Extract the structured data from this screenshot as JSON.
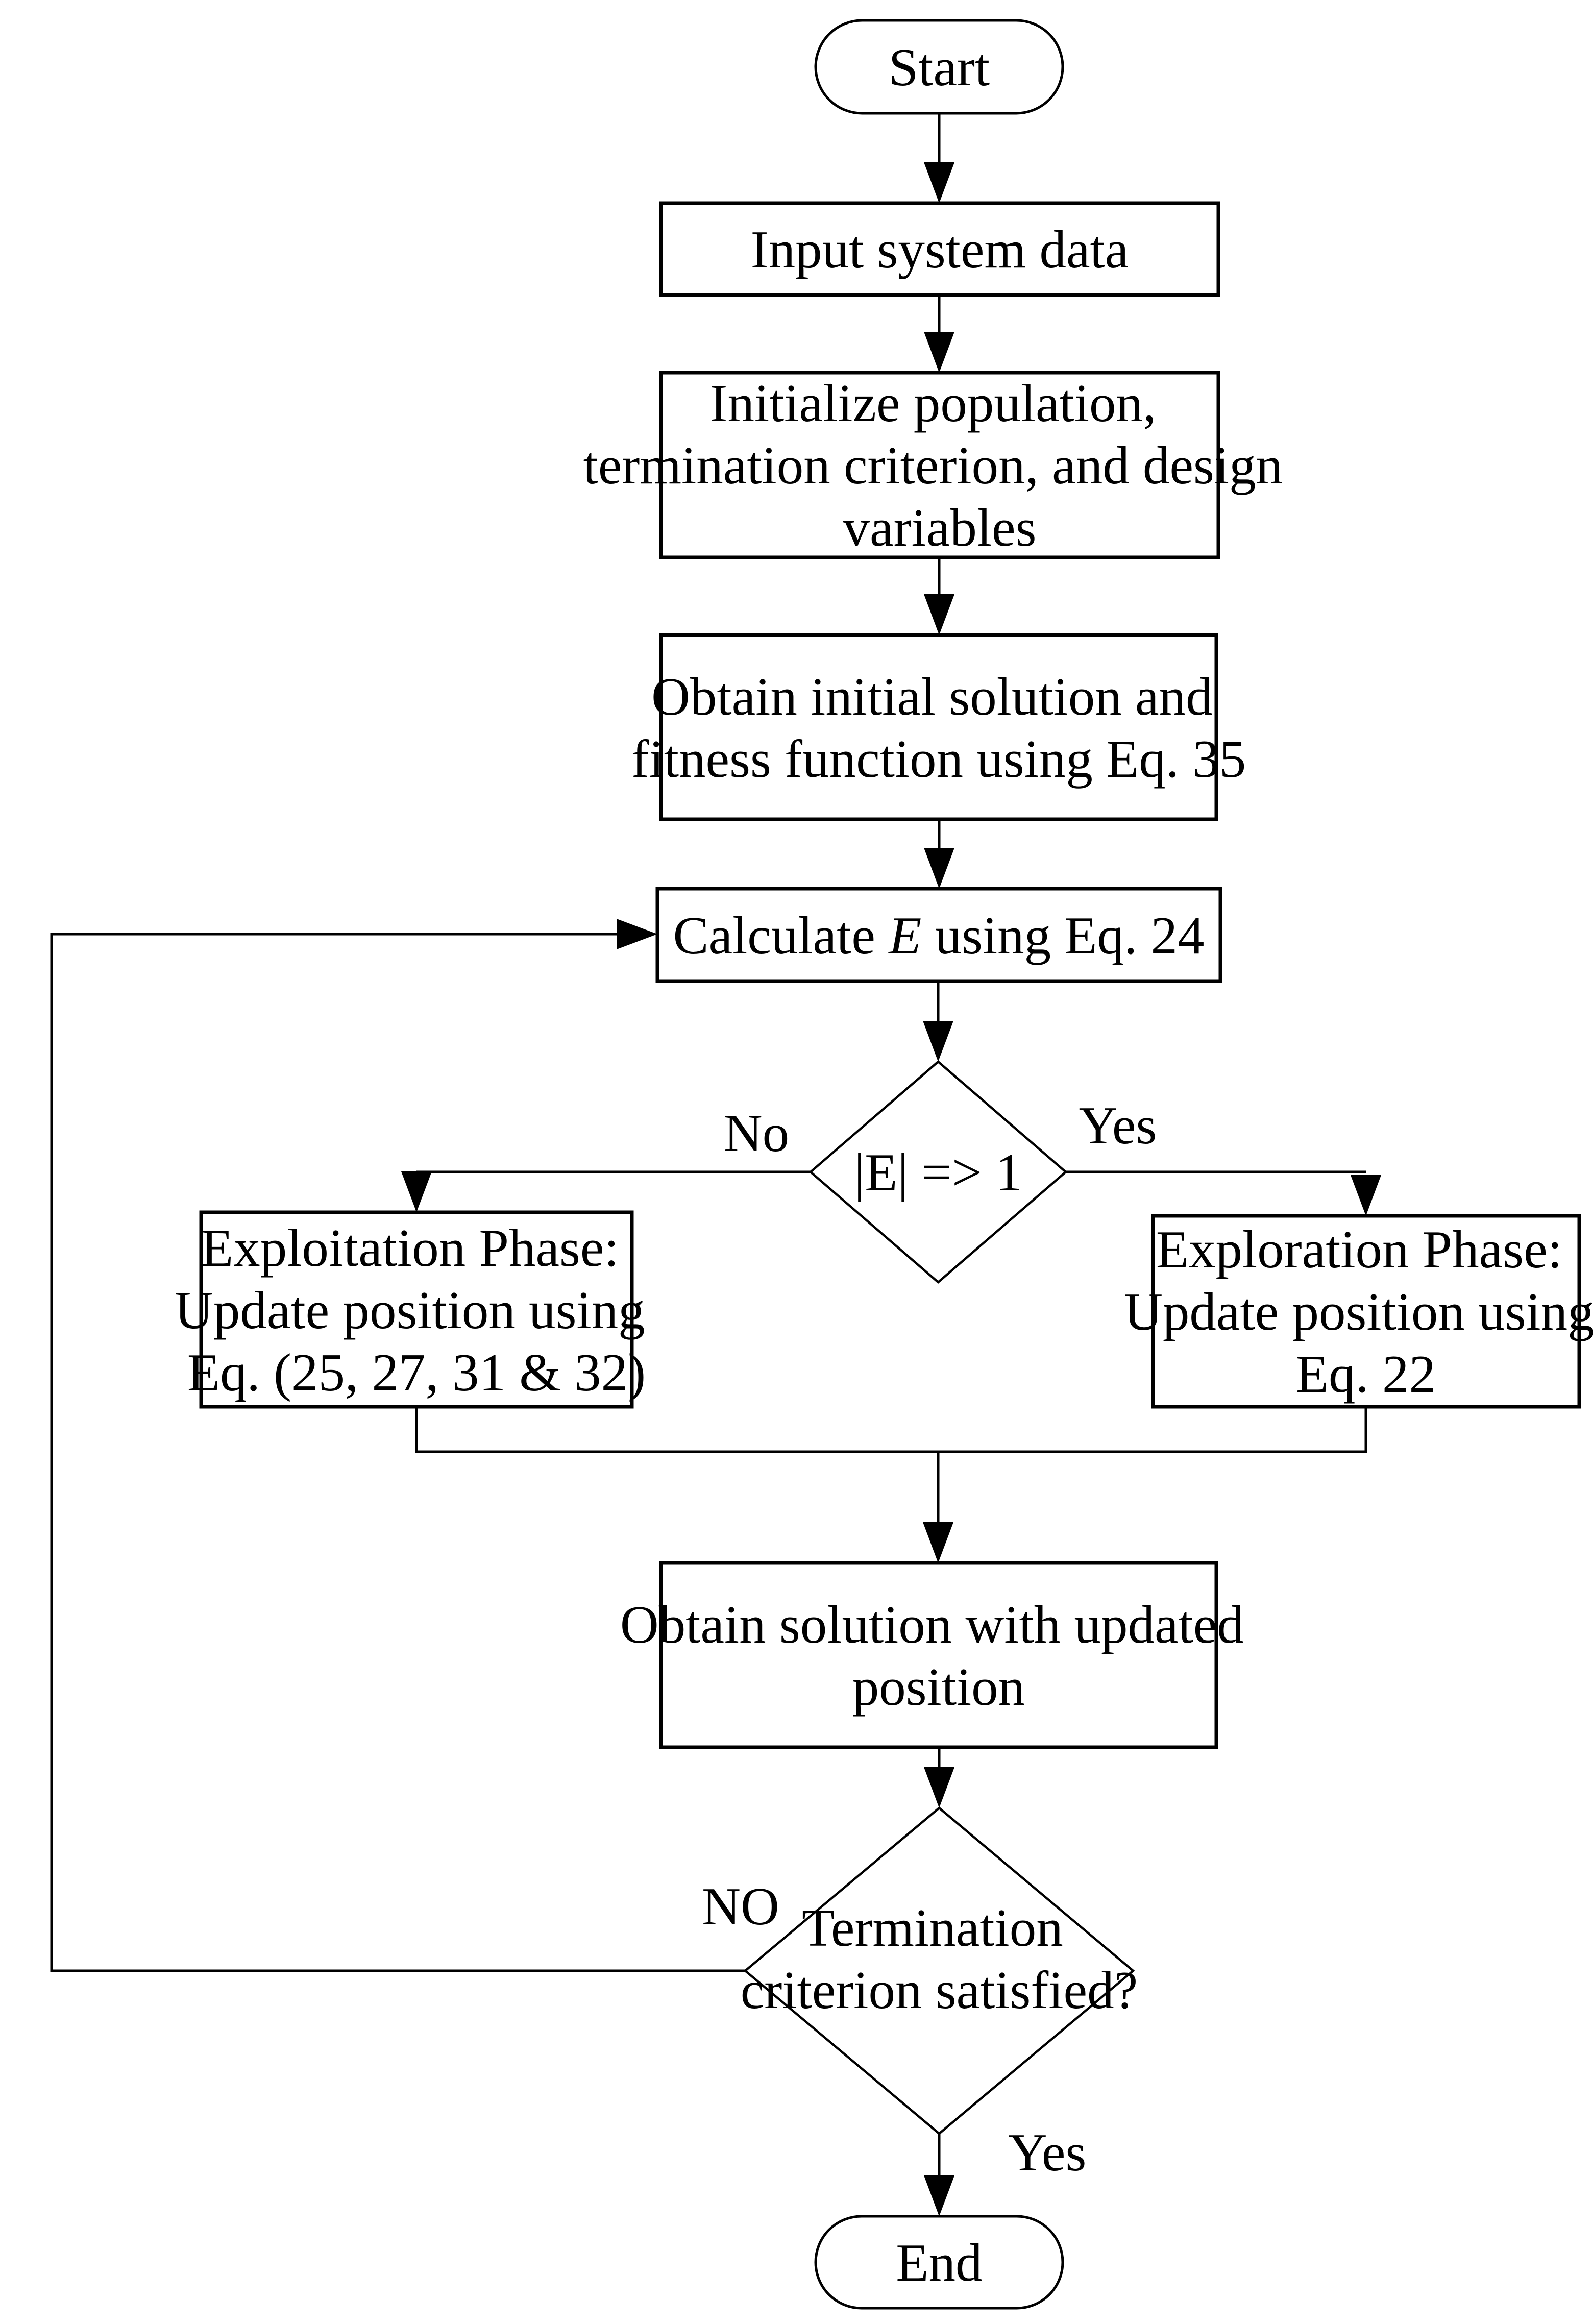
{
  "figure": {
    "type": "flowchart",
    "background": "#ffffff",
    "stroke_color": "#000000",
    "text_color": "#000000"
  },
  "nodes": {
    "start": {
      "shape": "stadium",
      "label": "Start"
    },
    "input_data": {
      "shape": "rect",
      "label": "Input system data"
    },
    "initialize": {
      "shape": "rect",
      "lines": [
        "Initialize population,",
        "termination criterion, and design",
        "variables"
      ]
    },
    "initial_solution": {
      "shape": "rect",
      "lines": [
        "Obtain initial solution and",
        "fitness function using Eq. 35"
      ]
    },
    "calculate_e": {
      "shape": "rect",
      "label_pre": "Calculate ",
      "label_var": "E",
      "label_post": " using Eq. 24"
    },
    "decision_e": {
      "shape": "diamond",
      "label": "|E| => 1"
    },
    "exploitation": {
      "shape": "rect",
      "lines": [
        "Exploitation Phase:",
        "Update position using",
        "Eq. (25, 27, 31 & 32)"
      ]
    },
    "exploration": {
      "shape": "rect",
      "lines": [
        "Exploration Phase:",
        "Update position using",
        "Eq. 22"
      ]
    },
    "updated_solution": {
      "shape": "rect",
      "lines": [
        "Obtain solution with updated",
        "position"
      ]
    },
    "decision_termination": {
      "shape": "diamond",
      "lines": [
        "Termination",
        "criterion satisfied?"
      ]
    },
    "end": {
      "shape": "stadium",
      "label": "End"
    }
  },
  "edge_labels": {
    "e_no": "No",
    "e_yes": "Yes",
    "term_no": "NO",
    "term_yes": "Yes"
  }
}
